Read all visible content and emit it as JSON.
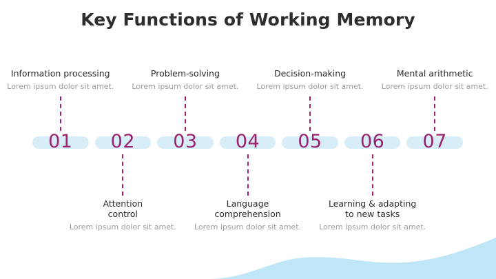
{
  "slide": {
    "title": "Key Functions of Working Memory",
    "background_color": "#ffffff",
    "title_color": "#2d2d2d",
    "accent_number_color": "#99216e",
    "pill_color": "#d7edf8",
    "connector_color": "#a7206f",
    "description_color": "#9b9b9b",
    "wave_color": "#bfe6f7"
  },
  "items": [
    {
      "number": "01",
      "heading": "Information processing",
      "description": "Lorem ipsum dolor sit amet.",
      "position": "above"
    },
    {
      "number": "02",
      "heading": "Attention\ncontrol",
      "description": "Lorem ipsum dolor sit amet.",
      "position": "below"
    },
    {
      "number": "03",
      "heading": "Problem-solving",
      "description": "Lorem ipsum dolor sit amet.",
      "position": "above"
    },
    {
      "number": "04",
      "heading": "Language\ncomprehension",
      "description": "Lorem ipsum dolor sit amet.",
      "position": "below"
    },
    {
      "number": "05",
      "heading": "Decision-making",
      "description": "Lorem ipsum dolor sit amet.",
      "position": "above"
    },
    {
      "number": "06",
      "heading": "Learning & adapting\nto new tasks",
      "description": "Lorem ipsum dolor sit amet.",
      "position": "below"
    },
    {
      "number": "07",
      "heading": "Mental arithmetic",
      "description": "Lorem ipsum dolor sit amet.",
      "position": "above"
    }
  ]
}
